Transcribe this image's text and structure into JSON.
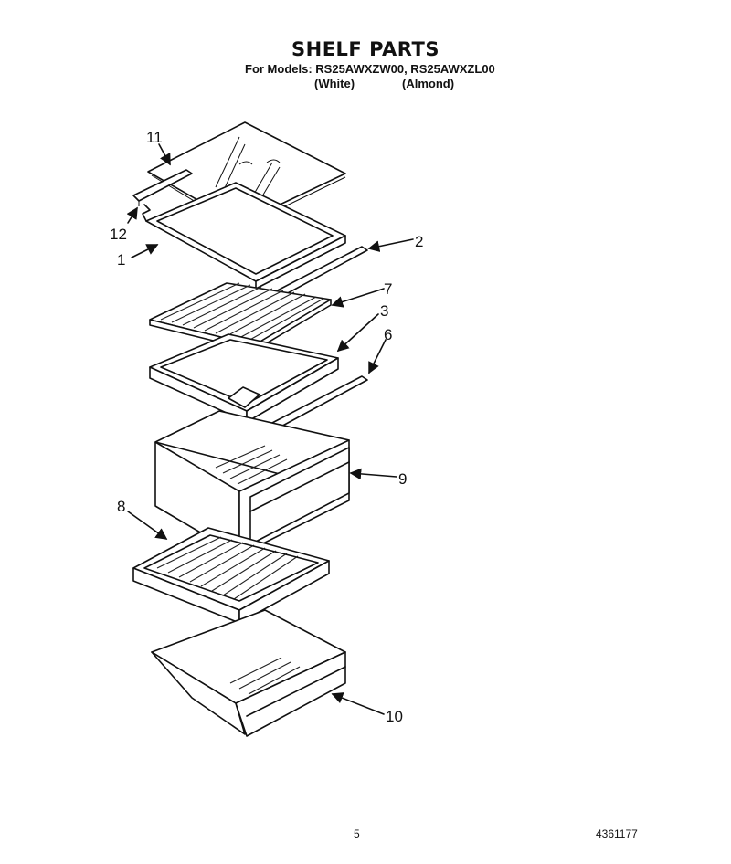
{
  "header": {
    "title": "SHELF PARTS",
    "models_line": "For Models: RS25AWXZW00, RS25AWXZL00",
    "variant_white": "(White)",
    "variant_almond": "(Almond)"
  },
  "callouts": [
    "11",
    "12",
    "1",
    "2",
    "7",
    "3",
    "6",
    "9",
    "8",
    "10"
  ],
  "footer": {
    "page_number": "5",
    "document_number": "4361177"
  }
}
